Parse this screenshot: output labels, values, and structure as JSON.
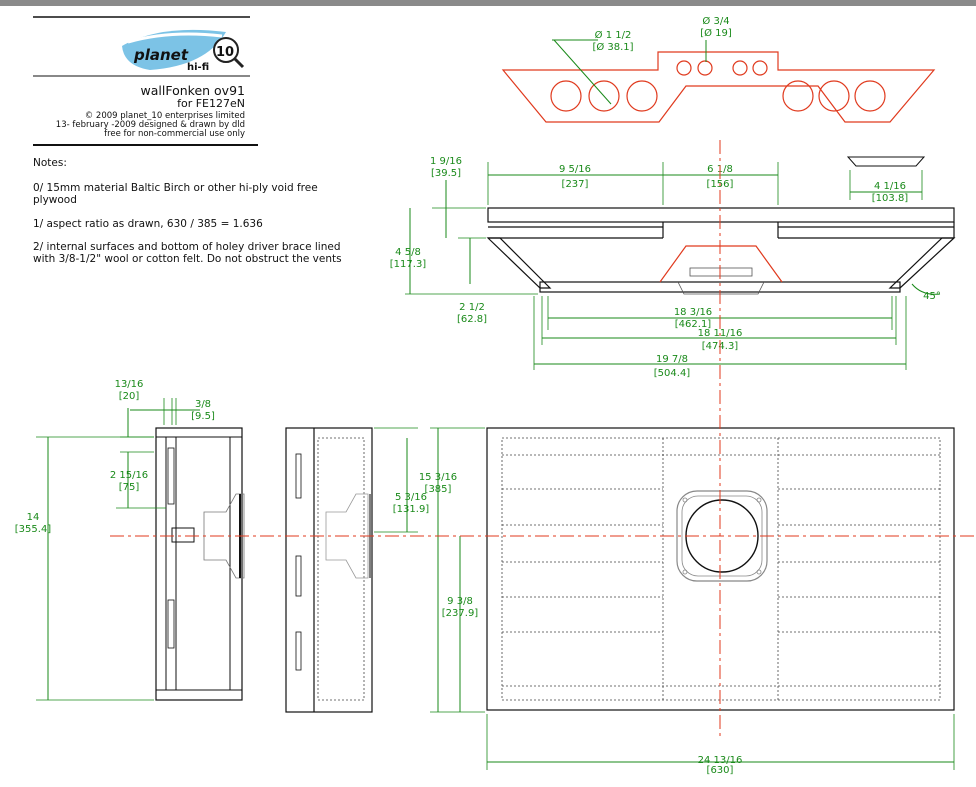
{
  "titleblock": {
    "logo_text_main": "planet",
    "logo_text_num": "10",
    "logo_text_sub": "hi-fi",
    "title": "wallFonken ov91",
    "subtitle": "for FE127eN",
    "copyright": "© 2009 planet_10 enterprises limited",
    "date_line": "13- february -2009 designed & drawn by dld",
    "license": "free for non-commercial use only"
  },
  "notes": {
    "heading": "Notes:",
    "n0_l1": "0/ 15mm material Baltic Birch or other hi-ply void free",
    "n0_l2": "plywood",
    "n1": "1/ aspect ratio as drawn, 630 / 385 = 1.636",
    "n2_l1": "2/ internal surfaces and bottom of holey driver brace lined",
    "n2_l2": "with 3/8-1/2\" wool or cotton felt. Do not obstruct the vents"
  },
  "dims": {
    "d1_a": "Ø 1 1/2",
    "d1_b": "[Ø 38.1]",
    "d2_a": "Ø 3/4",
    "d2_b": "[Ø 19]",
    "d3_a": "1 9/16",
    "d3_b": "[39.5]",
    "d4_a": "9 5/16",
    "d4_b": "[237]",
    "d5_a": "6 1/8",
    "d5_b": "[156]",
    "d6_a": "4 1/16",
    "d6_b": "[103.8]",
    "d7_a": "4 5/8",
    "d7_b": "[117.3]",
    "d8_a": "2 1/2",
    "d8_b": "[62.8]",
    "d9": "45°",
    "d10_a": "18 3/16",
    "d10_b": "[462.1]",
    "d11_a": "18 11/16",
    "d11_b": "[474.3]",
    "d12_a": "19 7/8",
    "d12_b": "[504.4]",
    "d13_a": "13/16",
    "d13_b": "[20]",
    "d14_a": "3/8",
    "d14_b": "[9.5]",
    "d15_a": "2 15/16",
    "d15_b": "[75]",
    "d16_a": "14",
    "d16_b": "[355.4]",
    "d17_a": "5 3/16",
    "d17_b": "[131.9]",
    "d18_a": "15 3/16",
    "d18_b": "[385]",
    "d19_a": "9 3/8",
    "d19_b": "[237.9]",
    "d20_a": "24 13/16",
    "d20_b": "[630]"
  },
  "colors": {
    "dimension": "#1a8a1a",
    "part_outline": "#e03a1e",
    "centerline": "#e03a1e",
    "construction": "#111111",
    "frame_bar": "#8a8a8a"
  }
}
